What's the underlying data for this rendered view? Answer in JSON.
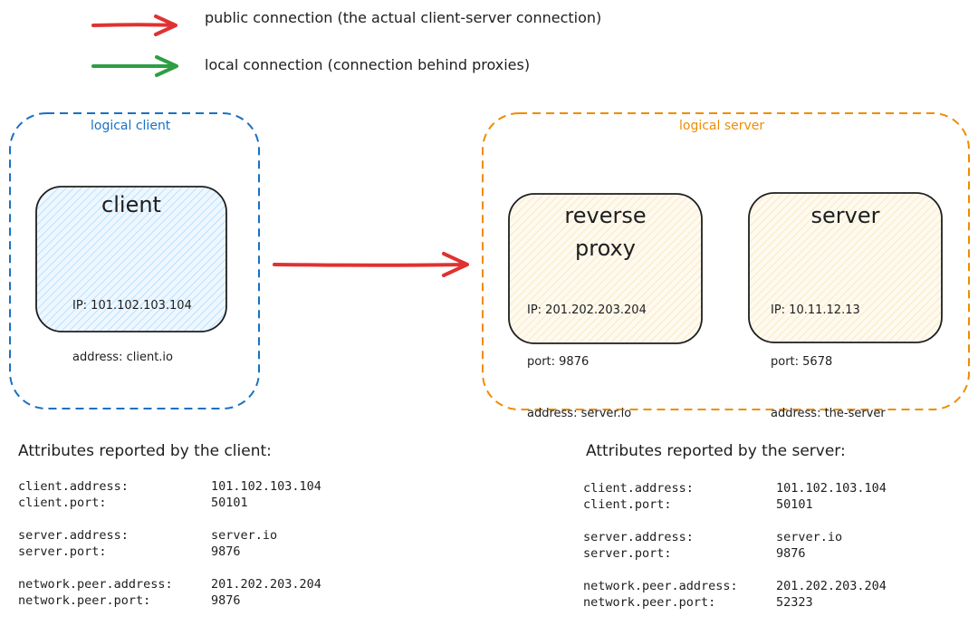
{
  "legend": {
    "public": {
      "label": "public connection (the actual client-server connection)",
      "color": "#e03131"
    },
    "local": {
      "label": "local connection (connection behind proxies)",
      "color": "#2f9e44"
    }
  },
  "groups": {
    "client": {
      "label": "logical client",
      "color": "#1971c2"
    },
    "server": {
      "label": "logical server",
      "color": "#f08c00"
    }
  },
  "nodes": {
    "client": {
      "title": "client",
      "lines": [
        "IP: 101.102.103.104",
        "address: client.io"
      ],
      "fill": "#a5d8ff"
    },
    "proxy": {
      "title_line1": "reverse",
      "title_line2": "proxy",
      "lines": [
        "IP: 201.202.203.204",
        "port: 9876",
        "address: server.io"
      ],
      "fill": "#ffec99"
    },
    "server": {
      "title": "server",
      "lines": [
        "IP: 10.11.12.13",
        "port: 5678",
        "address: the-server"
      ],
      "fill": "#ffec99"
    }
  },
  "client_attributes": {
    "title": "Attributes reported by the client:",
    "rows": [
      {
        "key": "client.address:",
        "value": "101.102.103.104"
      },
      {
        "key": "client.port:",
        "value": "50101"
      },
      {
        "key": "server.address:",
        "value": "server.io"
      },
      {
        "key": "server.port:",
        "value": "9876"
      },
      {
        "key": "network.peer.address:",
        "value": "201.202.203.204"
      },
      {
        "key": "network.peer.port:",
        "value": "9876"
      }
    ]
  },
  "server_attributes": {
    "title": "Attributes reported by the server:",
    "rows": [
      {
        "key": "client.address:",
        "value": "101.102.103.104"
      },
      {
        "key": "client.port:",
        "value": "50101"
      },
      {
        "key": "server.address:",
        "value": "server.io"
      },
      {
        "key": "server.port:",
        "value": "9876"
      },
      {
        "key": "network.peer.address:",
        "value": "201.202.203.204"
      },
      {
        "key": "network.peer.port:",
        "value": "52323"
      }
    ]
  }
}
